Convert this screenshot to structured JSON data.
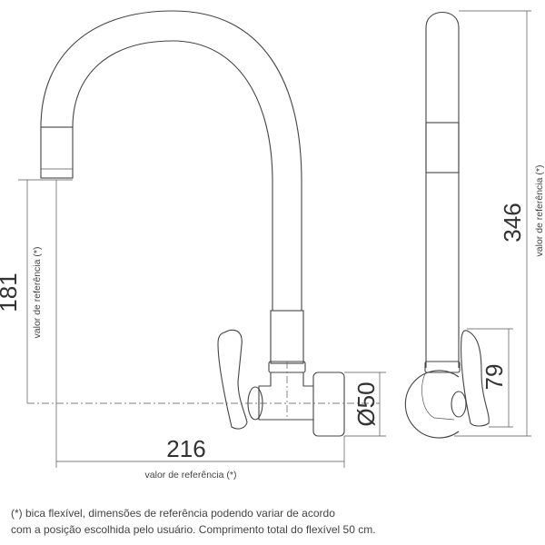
{
  "dimensions": {
    "width_216": "216",
    "height_181": "181",
    "height_346": "346",
    "handle_79": "79",
    "diameter_50": "Ø50",
    "ref_label": "valor de referência (*)"
  },
  "note": {
    "line1": "(*) bica flexível, dimensões de referência podendo variar de acordo",
    "line2": "com a posição escolhida pelo usuário. Comprimento total do flexível 50 cm."
  }
}
